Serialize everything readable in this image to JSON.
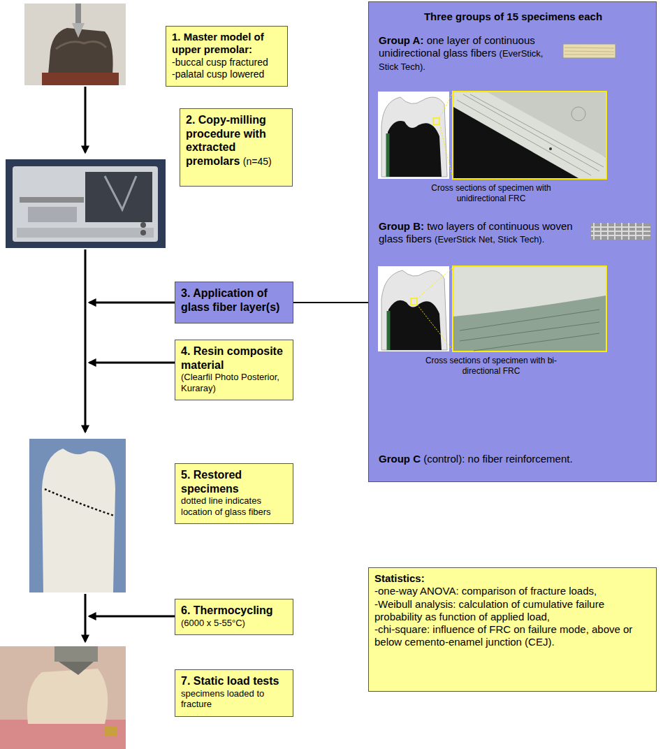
{
  "diagram": {
    "nodes": [
      {
        "text": [
          "1. Master model of upper premolar:",
          "-buccal cusp fractured",
          "-palatal cusp lowered"
        ]
      },
      {
        "text": [
          "2. Copy-milling procedure with extracted premolars",
          "(n=45)"
        ]
      },
      {
        "text": [
          "3. Application of glass fiber layer(s)"
        ]
      },
      {
        "text": [
          "4. Resin composite material",
          "(Clearfil Photo Posterior, Kuraray)"
        ]
      },
      {
        "text": [
          "5. Restored specimens",
          "dotted line indicates location of glass fibers"
        ]
      },
      {
        "text": [
          "6. Thermocycling",
          "(6000 x 5-55°C)"
        ]
      },
      {
        "text": [
          "7. Static load tests",
          "specimens loaded to fracture"
        ]
      },
      {
        "text": [
          "Three groups of 15 specimens each",
          "Group A:",
          "one layer of continuous unidirectional glass fibers",
          "(EverStick, Stick Tech).",
          "Cross sections of specimen with unidirectional FRC",
          "Group B:",
          "two layers of continuous woven glass fibers",
          "(EverStick Net, Stick Tech).",
          "Cross sections of specimen with bi-directional FRC",
          "Group C",
          "(control): no fiber reinforcement."
        ]
      },
      {
        "text": [
          "Statistics:",
          "-one-way ANOVA: comparison of fracture loads,",
          "-Weibull analysis: calculation of cumulative failure probability as function of applied load,",
          "-chi-square: influence of FRC on failure mode, above or below cemento-enamel junction (CEJ)."
        ]
      }
    ],
    "edges": [
      {
        "from": 2,
        "to": 7,
        "arrow": "none"
      }
    ]
  }
}
